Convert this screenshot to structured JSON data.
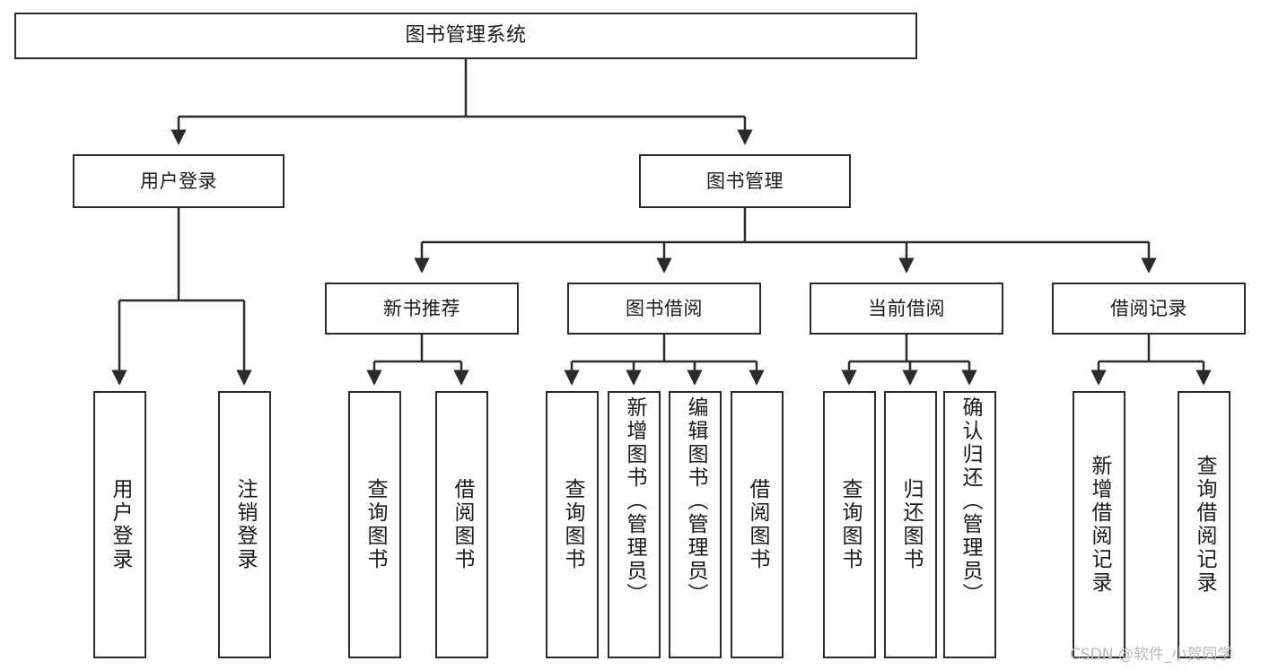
{
  "diagram": {
    "type": "tree-hierarchy",
    "title": "图书管理系统",
    "colors": {
      "stroke": "#2b2b2b",
      "fill": "#ffffff",
      "text": "#1a1a1a",
      "watermark": "#b9b9b9"
    },
    "levels": {
      "root": {
        "label": "图书管理系统"
      },
      "level2": [
        {
          "label": "用户登录"
        },
        {
          "label": "图书管理"
        }
      ],
      "level3": [
        {
          "label": "新书推荐"
        },
        {
          "label": "图书借阅"
        },
        {
          "label": "当前借阅"
        },
        {
          "label": "借阅记录"
        }
      ],
      "leaves_user_login": [
        {
          "label": "用户登录"
        },
        {
          "label": "注销登录"
        }
      ],
      "leaves_new_books": [
        {
          "label": "查询图书"
        },
        {
          "label": "借阅图书"
        }
      ],
      "leaves_borrow": [
        {
          "label": "查询图书"
        },
        {
          "label": "新增图书（管理员）"
        },
        {
          "label": "编辑图书（管理员）"
        },
        {
          "label": "借阅图书"
        }
      ],
      "leaves_current": [
        {
          "label": "查询图书"
        },
        {
          "label": "归还图书"
        },
        {
          "label": "确认归还（管理员）"
        }
      ],
      "leaves_records": [
        {
          "label": "新增借阅记录"
        },
        {
          "label": "查询借阅记录"
        }
      ]
    },
    "watermark": "CSDN @软件_小贺同学"
  }
}
